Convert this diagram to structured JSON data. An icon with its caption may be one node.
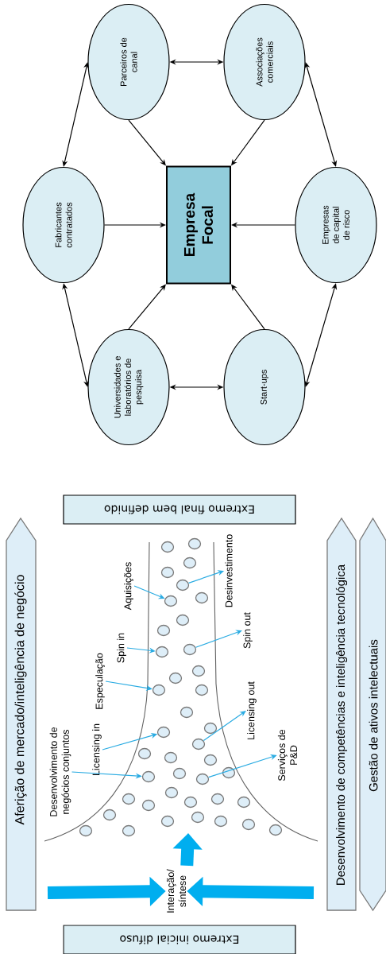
{
  "diagram": {
    "nodes": [
      {
        "text": [
          "Parceiros de canal"
        ]
      },
      {
        "text": [
          "Associações comerciais"
        ]
      },
      {
        "text": [
          "Fabricantes contratados"
        ]
      },
      {
        "text": [
          "Empresa Focal"
        ]
      },
      {
        "text": [
          "Empresas de capital de risco"
        ]
      },
      {
        "text": [
          "Universidades e laboratórios de pesquisa"
        ]
      },
      {
        "text": [
          "Start-ups"
        ]
      },
      {
        "text": [
          "Extremo final bem definido"
        ]
      },
      {
        "text": [
          "Aferição de mercado/inteligência de negócio"
        ]
      },
      {
        "text": [
          "Desenvolvimento de competências e inteligência tecnológica"
        ]
      },
      {
        "text": [
          "Gestão de ativos intelectuais"
        ]
      },
      {
        "text": [
          "Desenvolvimento de negócios conjuntos"
        ]
      },
      {
        "text": [
          "Licensing in"
        ]
      },
      {
        "text": [
          "Especulação"
        ]
      },
      {
        "text": [
          "Spin in"
        ]
      },
      {
        "text": [
          "Aquisições"
        ]
      },
      {
        "text": [
          "Desinvestimento"
        ]
      },
      {
        "text": [
          "Spin out"
        ]
      },
      {
        "text": [
          "Licensing out"
        ]
      },
      {
        "text": [
          "Serviços de P&D"
        ]
      },
      {
        "text": [
          "Interação/ síntese"
        ]
      },
      {
        "text": [
          "Extremo inicial difuso"
        ]
      },
      {
        "text": [],
        "shape": "circle"
      },
      {
        "text": [],
        "shape": "circle"
      },
      {
        "text": [],
        "shape": "circle"
      },
      {
        "text": [],
        "shape": "circle"
      },
      {
        "text": [],
        "shape": "circle"
      },
      {
        "text": [],
        "shape": "circle"
      },
      {
        "text": [],
        "shape": "circle"
      },
      {
        "text": [],
        "shape": "circle"
      },
      {
        "text": [],
        "shape": "circle"
      },
      {
        "text": [],
        "shape": "circle"
      },
      {
        "text": [],
        "shape": "circle"
      },
      {
        "text": [],
        "shape": "circle"
      },
      {
        "text": [],
        "shape": "circle"
      },
      {
        "text": [],
        "shape": "circle"
      },
      {
        "text": [],
        "shape": "circle"
      },
      {
        "text": [],
        "shape": "circle"
      },
      {
        "text": [],
        "shape": "circle"
      },
      {
        "text": [],
        "shape": "circle"
      },
      {
        "text": [],
        "shape": "circle"
      },
      {
        "text": [],
        "shape": "circle"
      },
      {
        "text": [],
        "shape": "circle"
      },
      {
        "text": [],
        "shape": "circle"
      },
      {
        "text": [],
        "shape": "circle"
      },
      {
        "text": [],
        "shape": "circle"
      },
      {
        "text": [],
        "shape": "circle"
      },
      {
        "text": [],
        "shape": "circle"
      },
      {
        "text": [],
        "shape": "circle"
      },
      {
        "text": [],
        "shape": "circle"
      },
      {
        "text": [],
        "shape": "circle"
      },
      {
        "text": [],
        "shape": "circle"
      },
      {
        "text": [],
        "shape": "circle"
      },
      {
        "text": [],
        "shape": "circle"
      },
      {
        "text": [],
        "shape": "circle"
      },
      {
        "text": [],
        "shape": "circle"
      },
      {
        "text": [],
        "shape": "circle"
      },
      {
        "text": [],
        "shape": "circle"
      },
      {
        "text": [],
        "shape": "circle"
      },
      {
        "text": [],
        "shape": "circle"
      },
      {
        "text": [],
        "shape": "circle"
      },
      {
        "text": [],
        "shape": "circle"
      }
    ],
    "edges": [
      {
        "from": 0,
        "to": 1,
        "arrow": "both"
      },
      {
        "from": 2,
        "to": 0,
        "arrow": "both"
      },
      {
        "from": 1,
        "to": 4,
        "arrow": "both"
      },
      {
        "from": 0,
        "to": 3,
        "arrow": "to"
      },
      {
        "from": 1,
        "to": 3,
        "arrow": "to"
      },
      {
        "from": 2,
        "to": 3,
        "arrow": "to"
      },
      {
        "from": 4,
        "to": 3,
        "arrow": "to"
      },
      {
        "from": 2,
        "to": 5,
        "arrow": "both"
      },
      {
        "from": 4,
        "to": 6,
        "arrow": "both"
      },
      {
        "from": 5,
        "to": 3,
        "arrow": "to"
      },
      {
        "from": 6,
        "to": 3,
        "arrow": "to"
      },
      {
        "from": 5,
        "to": 6,
        "arrow": "both"
      },
      {
        "from": 11,
        "to": 22,
        "arrow": "to",
        "color": "#29abe2"
      },
      {
        "from": 12,
        "to": 23,
        "arrow": "to",
        "color": "#29abe2"
      },
      {
        "from": 13,
        "to": 24,
        "arrow": "to",
        "color": "#29abe2"
      },
      {
        "from": 14,
        "to": 25,
        "arrow": "to",
        "color": "#29abe2"
      },
      {
        "from": 15,
        "to": 26,
        "arrow": "to",
        "color": "#29abe2"
      },
      {
        "from": 27,
        "to": 16,
        "arrow": "to",
        "color": "#29abe2"
      },
      {
        "from": 28,
        "to": 17,
        "arrow": "to",
        "color": "#29abe2"
      },
      {
        "from": 29,
        "to": 18,
        "arrow": "to",
        "color": "#29abe2"
      },
      {
        "from": 30,
        "to": 19,
        "arrow": "to",
        "color": "#29abe2"
      },
      {
        "from": null,
        "to": 20,
        "arrow": "to",
        "style": "thick",
        "color": "#00aeef"
      },
      {
        "from": null,
        "to": 20,
        "arrow": "to",
        "style": "thick",
        "color": "#00aeef"
      },
      {
        "from": 20,
        "to": null,
        "arrow": "to",
        "style": "thick",
        "color": "#00aeef"
      }
    ]
  }
}
